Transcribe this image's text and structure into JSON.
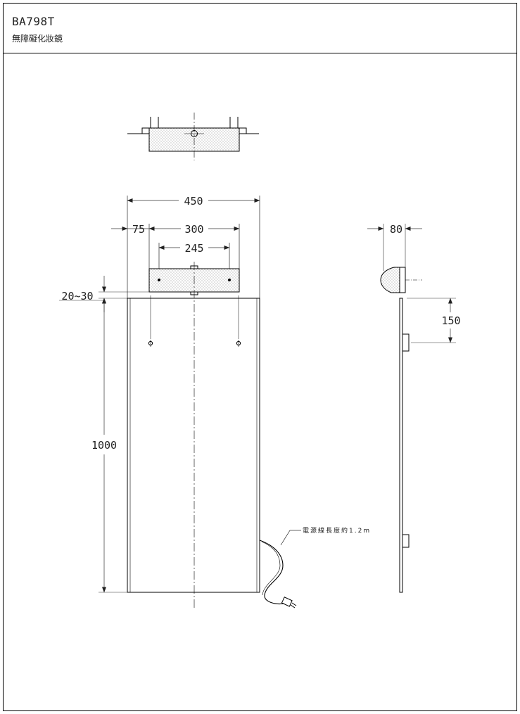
{
  "title_block": {
    "model": "BA798T",
    "product_name": "無障礙化妝鏡"
  },
  "dimensions": {
    "overall_width": "450",
    "edge_offset": "75",
    "mount_span": "300",
    "hole_span": "245",
    "top_gap": "20~30",
    "mirror_height": "1000",
    "depth": "80",
    "bracket_drop": "150"
  },
  "cord_note": "電源線長度約1.2m",
  "colors": {
    "line": "#000000",
    "dim_line": "#333333",
    "hatch": "#9a9a9a"
  }
}
